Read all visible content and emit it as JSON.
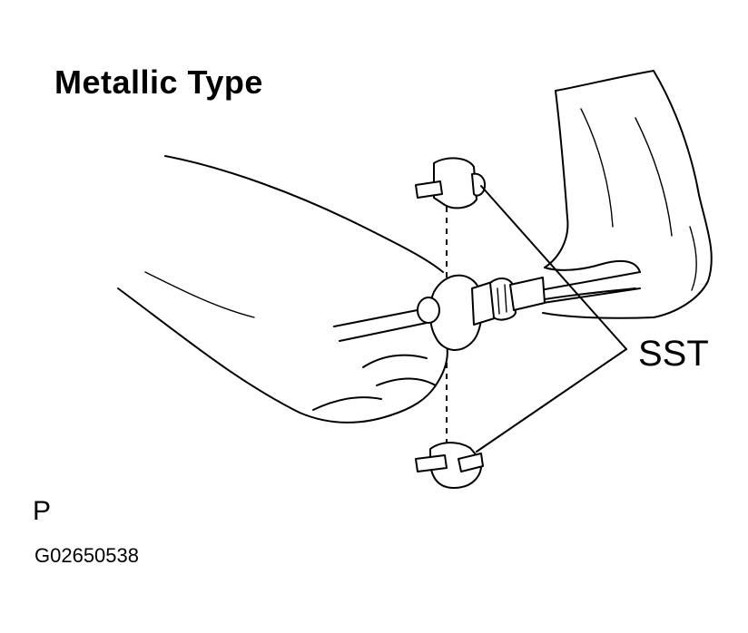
{
  "figure": {
    "title": "Metallic Type",
    "callout_label": "SST",
    "corner_mark": "P",
    "figure_code": "G02650538"
  },
  "colors": {
    "ink": "#000000",
    "background": "#ffffff"
  }
}
